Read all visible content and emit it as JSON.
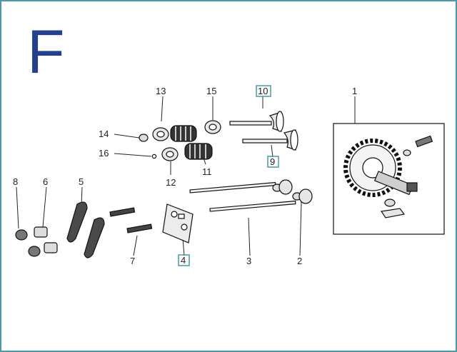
{
  "section_letter": "F",
  "colors": {
    "frame": "#4a9aa8",
    "section_letter": "#23408e",
    "highlight_box": "#4a9aa8"
  },
  "callouts": [
    {
      "id": "1",
      "highlighted": false
    },
    {
      "id": "2",
      "highlighted": false
    },
    {
      "id": "3",
      "highlighted": false
    },
    {
      "id": "4",
      "highlighted": true
    },
    {
      "id": "5",
      "highlighted": false
    },
    {
      "id": "6",
      "highlighted": false
    },
    {
      "id": "7",
      "highlighted": false
    },
    {
      "id": "8",
      "highlighted": false
    },
    {
      "id": "9",
      "highlighted": true
    },
    {
      "id": "10",
      "highlighted": true
    },
    {
      "id": "11",
      "highlighted": false
    },
    {
      "id": "12",
      "highlighted": false
    },
    {
      "id": "13",
      "highlighted": false
    },
    {
      "id": "14",
      "highlighted": false
    },
    {
      "id": "15",
      "highlighted": false
    },
    {
      "id": "16",
      "highlighted": false
    }
  ]
}
